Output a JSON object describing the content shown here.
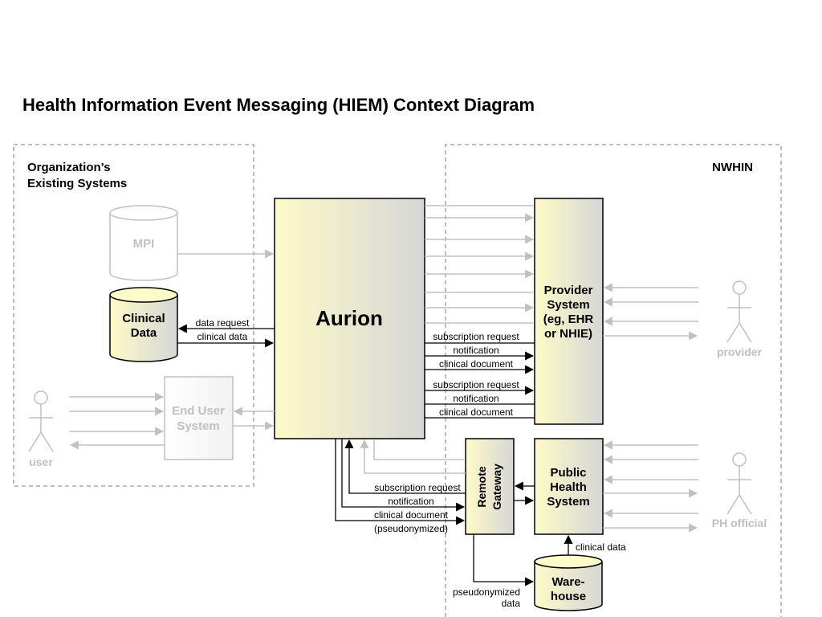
{
  "title": "Health Information Event Messaging (HIEM) Context Diagram",
  "regions": {
    "org_line1": "Organization’s",
    "org_line2": "Existing Systems",
    "nwhin": "NWHIN"
  },
  "nodes": {
    "mpi": "MPI",
    "clinical_data": [
      "Clinical",
      "Data"
    ],
    "end_user_system": [
      "End User",
      "System"
    ],
    "aurion": "Aurion",
    "provider_system": [
      "Provider",
      "System",
      "(eg, EHR",
      "or NHIE)"
    ],
    "remote_gateway": [
      "Remote",
      "Gateway"
    ],
    "public_health_system": [
      "Public",
      "Health",
      "System"
    ],
    "warehouse": [
      "Ware-",
      "house"
    ]
  },
  "actors": {
    "user": "user",
    "provider": "provider",
    "ph_official": "PH official"
  },
  "labels": {
    "data_request": "data request",
    "clinical_data": "clinical data",
    "sub_request_1": "subscription request",
    "notification_1": "notification",
    "clinical_document_1": "clinical document",
    "sub_request_2": "subscription request",
    "notification_2": "notification",
    "clinical_document_2": "clinical document",
    "sub_request_3": "subscription request",
    "notification_3": "notification",
    "clinical_document_3": "clinical document",
    "pseudonymized_paren": "(pseudonymized)",
    "clinical_data_wh": "clinical data",
    "pseudonymized": "pseudonymized",
    "data": "data"
  },
  "colors": {
    "box_yellow": "#fdfbc8",
    "box_gray": "#d9d9d9",
    "faded": "#c0c0c0",
    "dash": "#999999"
  }
}
